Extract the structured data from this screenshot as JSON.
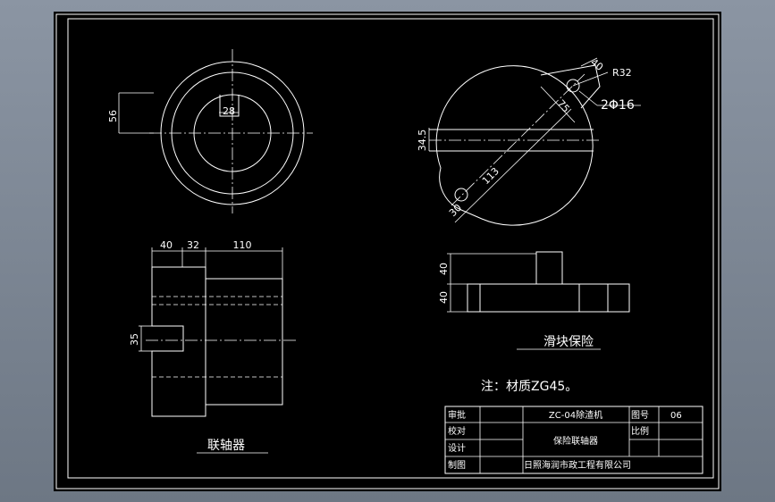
{
  "drawing": {
    "coupling": {
      "title": "联轴器",
      "dim_top": "56",
      "dim_keyway": "28",
      "dim_len1": "40",
      "dim_len2": "32",
      "dim_len3": "110",
      "dim_slot": "35"
    },
    "slider": {
      "title": "滑块保险",
      "dim_r": "R32",
      "dim_40a": "40",
      "dim_holes": "2Φ16",
      "dim_75": "75",
      "dim_345": "34.5",
      "dim_113": "113",
      "dim_30": "30",
      "dim_side1": "40",
      "dim_side2": "40"
    },
    "note": "注：材质ZG45。"
  },
  "title_block": {
    "r1c1": "审批",
    "r1c2": "ZC-04除渣机",
    "r1c3": "图号",
    "r1c4": "06",
    "r2c1": "校对",
    "r2c2": "保险联轴器",
    "r2c3": "比例",
    "r3c1": "设计",
    "r4c1": "制图",
    "r4c2": "日照海润市政工程有限公司"
  }
}
